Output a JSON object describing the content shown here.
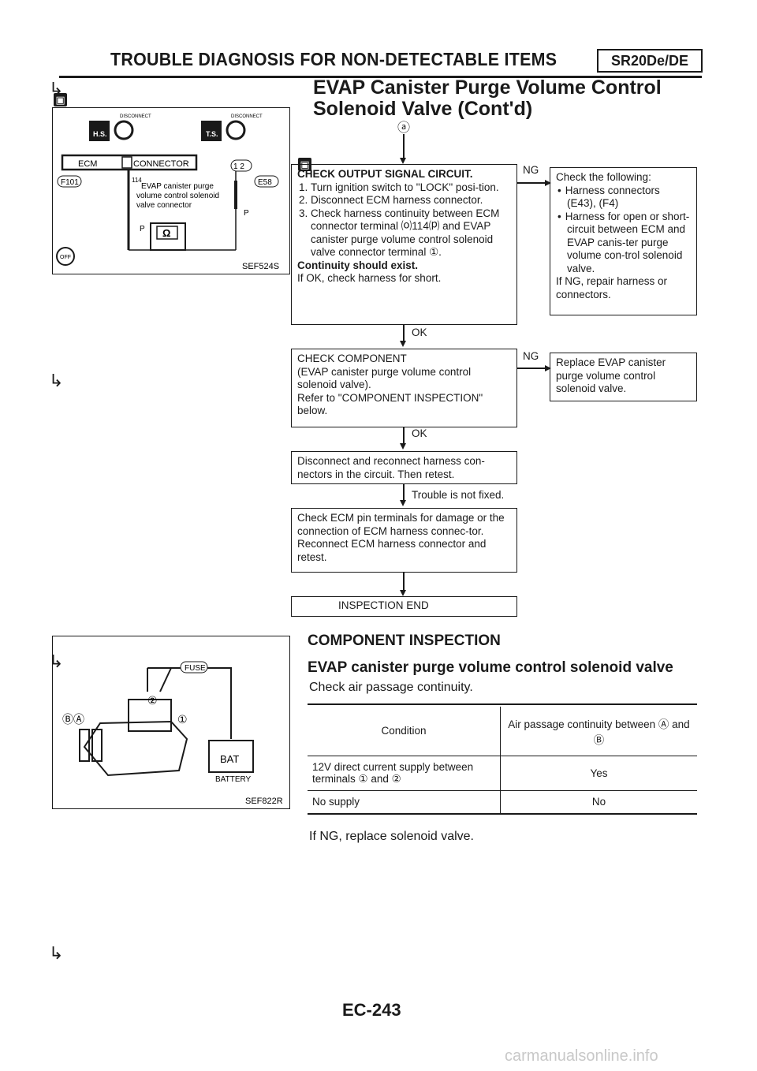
{
  "header": {
    "title": "TROUBLE DIAGNOSIS FOR NON-DETECTABLE ITEMS",
    "badge": "SR20De/DE"
  },
  "section": {
    "title_line1": "EVAP Canister Purge Volume Control",
    "title_line2": "Solenoid Valve (Cont'd)",
    "marker": "ⓐ",
    "sec_icon": "▣"
  },
  "figure1": {
    "id": "SEF524S",
    "labels": {
      "disconnect": "DISCONNECT",
      "hs": "H.S.",
      "ts": "T.S.",
      "ecm": "ECM",
      "connector": "CONNECTOR",
      "f101": "F101",
      "e58": "E58",
      "pin": "114",
      "desc1": "EVAP canister purge",
      "desc2": "volume control solenoid",
      "desc3": "valve connector",
      "p": "P",
      "ohm": "Ω",
      "term": "1 2",
      "off": "OFF"
    }
  },
  "flow": {
    "step1": {
      "head": "CHECK OUTPUT SIGNAL CIRCUIT.",
      "items": [
        "Turn ignition switch to \"LOCK\" posi-tion.",
        "Disconnect ECM harness connector.",
        "Check harness continuity between ECM connector terminal ⒪114⒫ and EVAP canister purge volume control solenoid valve connector terminal ①."
      ],
      "tail_bold": "Continuity should exist.",
      "tail": "If OK, check harness for short.",
      "ng": "NG",
      "ok": "OK"
    },
    "ng1": {
      "head": "Check the following:",
      "items": [
        "Harness connectors (E43), (F4)",
        "Harness for open or short-circuit between ECM and EVAP canis-ter purge volume con-trol solenoid valve."
      ],
      "tail": "If NG, repair harness or connectors."
    },
    "step2": {
      "lines": [
        "CHECK COMPONENT",
        "(EVAP canister purge volume control",
        "solenoid valve).",
        "Refer to \"COMPONENT INSPECTION\"",
        "below."
      ],
      "ng": "NG",
      "ok": "OK"
    },
    "ng2": {
      "text": "Replace EVAP canister purge volume control solenoid valve."
    },
    "step3": {
      "text": "Disconnect and reconnect harness con-nectors in the circuit. Then retest.",
      "after": "Trouble is not fixed."
    },
    "step4": {
      "text": "Check ECM pin terminals for damage or the connection of ECM harness connec-tor. Reconnect ECM harness connector and retest."
    },
    "end": {
      "text": "INSPECTION END"
    }
  },
  "figure2": {
    "id": "SEF822R",
    "fuse": "FUSE",
    "bat": "BAT",
    "battery": "BATTERY",
    "t1": "①",
    "t2": "②",
    "ab": "ⒷⒶ"
  },
  "component": {
    "title": "COMPONENT INSPECTION",
    "subtitle": "EVAP canister purge volume control solenoid valve",
    "text": "Check air passage continuity.",
    "table": {
      "head_condition": "Condition",
      "head_passage": "Air passage continuity between Ⓐ and Ⓑ",
      "rows": [
        {
          "condition": "12V direct current supply between terminals ① and ②",
          "value": "Yes"
        },
        {
          "condition": "No supply",
          "value": "No"
        }
      ]
    },
    "footnote": "If NG, replace solenoid valve."
  },
  "page": {
    "number": "EC-243",
    "watermark": "carmanualsonline.info"
  }
}
